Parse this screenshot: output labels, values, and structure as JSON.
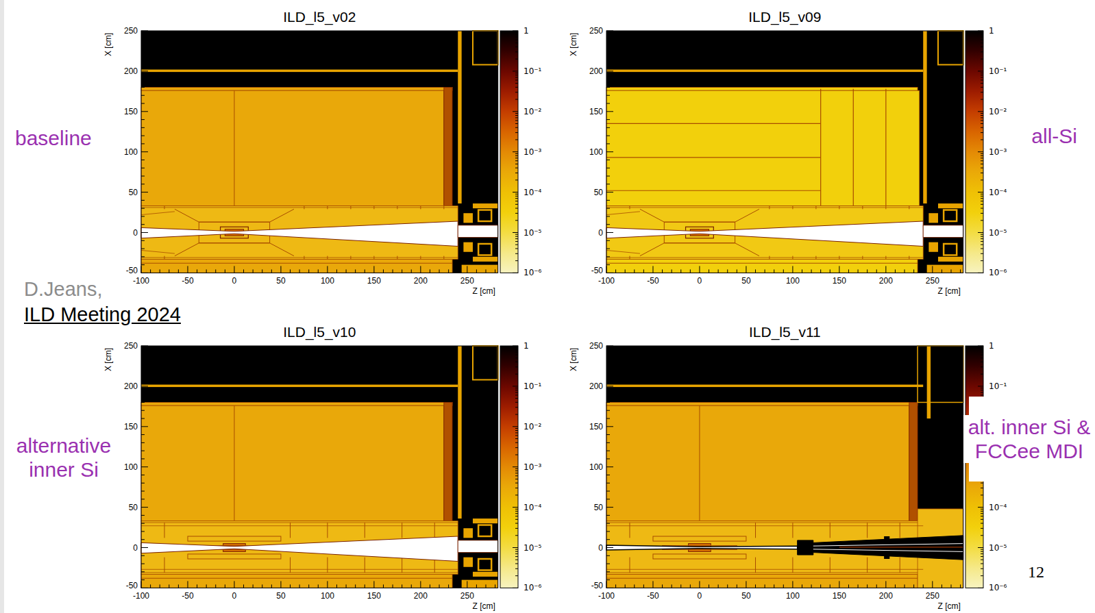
{
  "diagram": {
    "nodes": [
      {
        "text": [
          "ILD_l5_v02"
        ]
      },
      {
        "text": [
          "ILD_l5_v09"
        ]
      },
      {
        "text": [
          "ILD_l5_v10"
        ]
      },
      {
        "text": [
          "ILD_l5_v11"
        ]
      }
    ],
    "labels": [
      "250",
      "200",
      "150",
      "100",
      "50",
      "0",
      "-50",
      "-100",
      "-50",
      "0",
      "50",
      "100",
      "150",
      "200",
      "250",
      "Z [cm]",
      "X [cm]",
      "1",
      "10⁻¹",
      "10⁻²",
      "10⁻³",
      "10⁻⁴",
      "10⁻⁵",
      "10⁻⁶",
      "250",
      "200",
      "150",
      "100",
      "50",
      "0",
      "-50",
      "-100",
      "-50",
      "0",
      "50",
      "100",
      "150",
      "200",
      "250",
      "Z [cm]",
      "X [cm]",
      "1",
      "10⁻¹",
      "10⁻²",
      "10⁻³",
      "10⁻⁴",
      "10⁻⁵",
      "10⁻⁶",
      "250",
      "200",
      "150",
      "100",
      "50",
      "0",
      "-50",
      "-100",
      "-50",
      "0",
      "50",
      "100",
      "150",
      "200",
      "250",
      "Z [cm]",
      "X [cm]",
      "1",
      "10⁻¹",
      "10⁻²",
      "10⁻³",
      "10⁻⁴",
      "10⁻⁵",
      "10⁻⁶",
      "250",
      "200",
      "150",
      "100",
      "50",
      "0",
      "-50",
      "-100",
      "-50",
      "0",
      "50",
      "100",
      "150",
      "200",
      "250",
      "Z [cm]",
      "X [cm]",
      "1",
      "10⁻¹",
      "10⁻⁴",
      "10⁻⁵",
      "10⁻⁶",
      "baseline",
      "all-Si",
      "alternative inner Si",
      "alt. inner Si & FCCee MDI",
      "D.Jeans,",
      "ILD Meeting 2024",
      "12"
    ]
  }
}
